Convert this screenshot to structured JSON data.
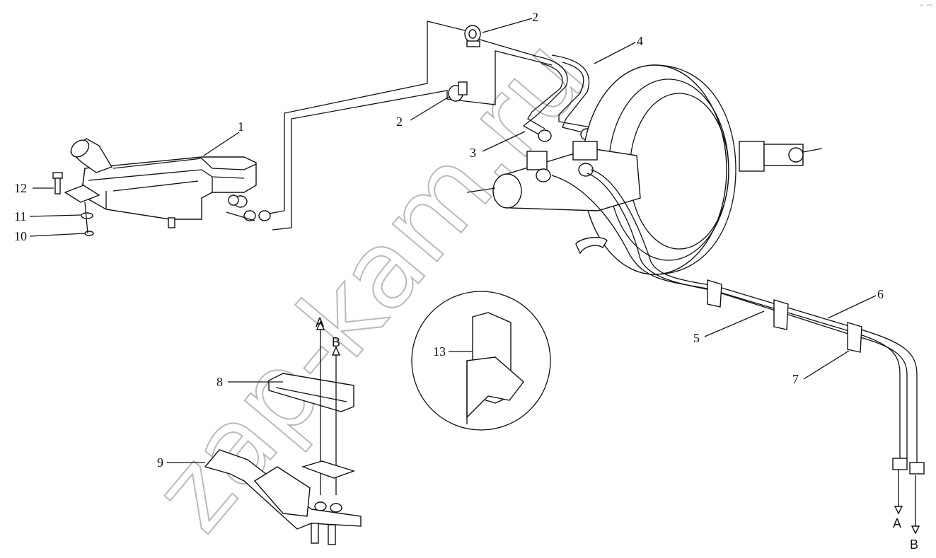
{
  "corner_mark": "ᵍᵖ ᵇᵇᵇ",
  "watermark": "zap-kam.ru",
  "callouts": [
    "1",
    "2",
    "2",
    "3",
    "4",
    "5",
    "6",
    "7",
    "8",
    "9",
    "10",
    "11",
    "12",
    "13"
  ],
  "arrow_markers": {
    "a_top": "A",
    "b_top": "B",
    "a_bottom": "A",
    "b_bottom": "B"
  }
}
